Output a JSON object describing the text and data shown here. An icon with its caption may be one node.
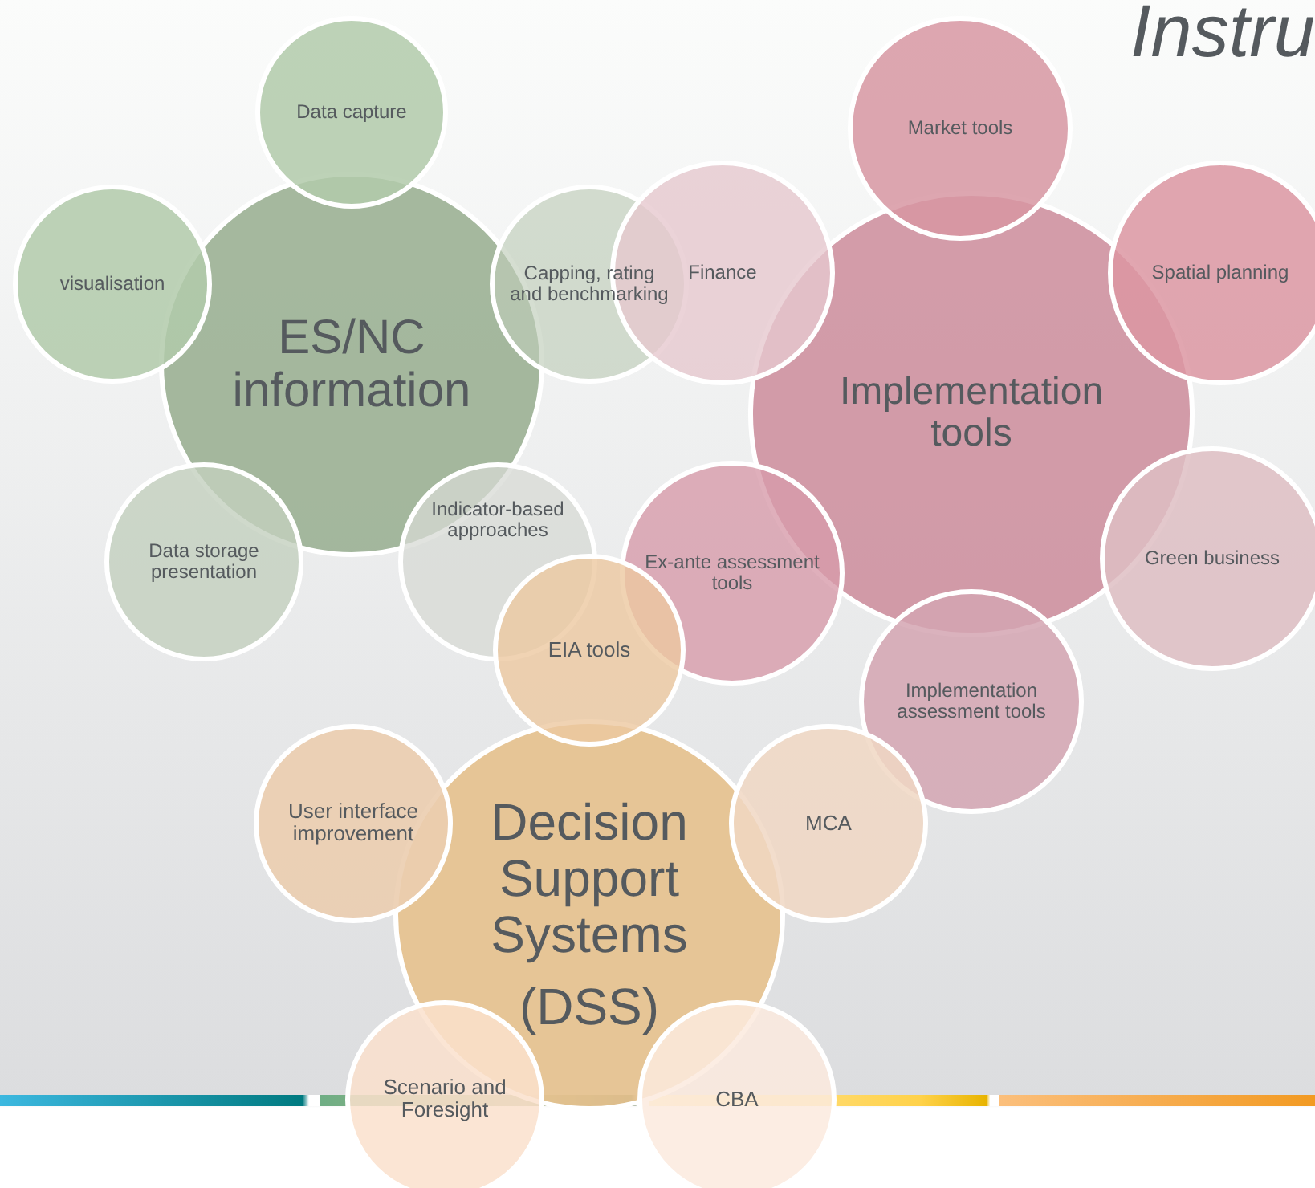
{
  "diagram": {
    "nodes": [
      {
        "text": [
          "ES/NC information"
        ]
      },
      {
        "text": [
          "Data capture"
        ]
      },
      {
        "text": [
          "visualisation"
        ]
      },
      {
        "text": [
          "Capping, rating and benchmarking"
        ]
      },
      {
        "text": [
          "Indicator-based approaches"
        ]
      },
      {
        "text": [
          "Data storage presentation"
        ]
      },
      {
        "text": [
          "Implementation tools"
        ]
      },
      {
        "text": [
          "Market tools"
        ]
      },
      {
        "text": [
          "Finance"
        ]
      },
      {
        "text": [
          "Spatial planning"
        ]
      },
      {
        "text": [
          "Ex-ante assessment tools"
        ]
      },
      {
        "text": [
          "Green business"
        ]
      },
      {
        "text": [
          "Implementation assessment tools"
        ]
      },
      {
        "text": [
          "Decision Support Systems",
          "(DSS)"
        ]
      },
      {
        "text": [
          "EIA tools"
        ]
      },
      {
        "text": [
          "User interface improvement"
        ]
      },
      {
        "text": [
          "MCA"
        ]
      },
      {
        "text": [
          "Scenario and Foresight"
        ]
      },
      {
        "text": [
          "CBA"
        ]
      }
    ],
    "edges": [],
    "labels": [
      "Instru"
    ]
  }
}
